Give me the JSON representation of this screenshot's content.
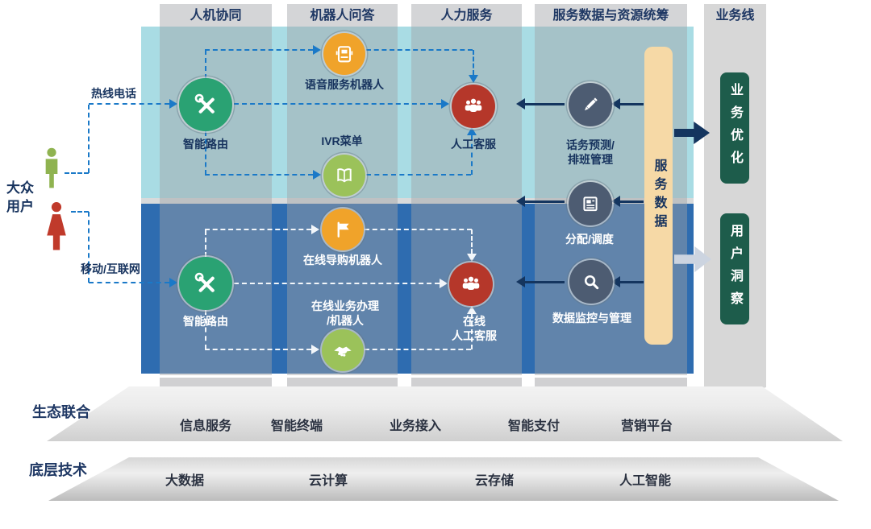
{
  "columns": {
    "c1": "人机协同",
    "c2": "机器人问答",
    "c3": "人力服务",
    "c4": "服务数据与资源统筹",
    "c5": "业务线"
  },
  "actors": {
    "label": "大众\n用户",
    "male_icon": "male-user-icon",
    "female_icon": "female-user-icon"
  },
  "channels": {
    "hotline": "热线电话",
    "mobile": "移动/互联网"
  },
  "top_band": {
    "routing": {
      "label": "智能路由",
      "icon": "tools-icon"
    },
    "voice_bot": {
      "label": "语音服务机器人",
      "icon": "robot-icon"
    },
    "ivr": {
      "label": "IVR菜单",
      "icon": "book-icon"
    },
    "agent": {
      "label": "人工客服",
      "icon": "people-icon"
    },
    "forecast": {
      "label": "话务预测/\n排班管理",
      "icon": "pencil-icon"
    }
  },
  "middle": {
    "dispatch": {
      "label": "分配/调度",
      "icon": "document-icon"
    }
  },
  "bottom_band": {
    "routing": {
      "label": "智能路由",
      "icon": "tools-icon"
    },
    "shopping_bot": {
      "label": "在线导购机器人",
      "icon": "flag-icon"
    },
    "online_service": {
      "label": "在线业务办理\n/机器人",
      "icon": "handshake-icon"
    },
    "online_agent": {
      "label": "在线\n人工客服",
      "icon": "people-icon"
    },
    "monitor": {
      "label": "数据监控与管理",
      "icon": "magnifier-icon"
    }
  },
  "service_data_bar": {
    "label": "服务数据"
  },
  "business_line": {
    "optimize": {
      "label": "业务优化"
    },
    "insight": {
      "label": "用户洞察"
    }
  },
  "eco": {
    "label": "生态联合",
    "items": [
      "信息服务",
      "智能终端",
      "业务接入",
      "智能支付",
      "营销平台"
    ]
  },
  "tech": {
    "label": "底层技术",
    "items": [
      "大数据",
      "云计算",
      "云存储",
      "人工智能"
    ]
  },
  "colors": {
    "band_top": "#A9DCE4",
    "band_bottom": "#2E6CB0",
    "column_overlay": "#A0A2A6",
    "green_circle": "#2AA273",
    "orange_circle": "#F0A32A",
    "olive_circle": "#9BC25A",
    "red_circle": "#B5372A",
    "slate_circle": "#4D5C72",
    "data_bar": "#F6D9A6",
    "business_box": "#1D5C4B",
    "navy_text": "#17335E",
    "dash_blue": "#1A79C8",
    "male_user": "#8FB350",
    "female_user": "#C03A2B"
  }
}
